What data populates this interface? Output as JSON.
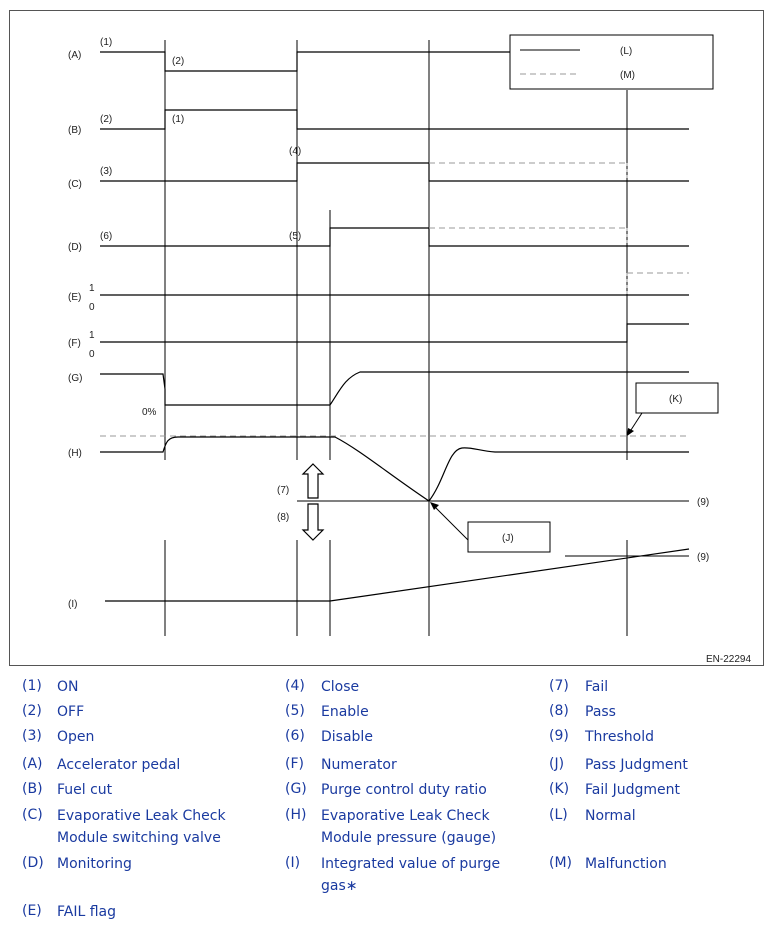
{
  "diagram": {
    "code": "EN-22294",
    "signal_labels": {
      "A": "(A)",
      "B": "(B)",
      "C": "(C)",
      "D": "(D)",
      "E": "(E)",
      "F": "(F)",
      "G": "(G)",
      "H": "(H)",
      "I": "(I)"
    },
    "annotations": {
      "a_on": "(1)",
      "a_off": "(2)",
      "b_off": "(2)",
      "b_on": "(1)",
      "c_open": "(3)",
      "c_close": "(4)",
      "d_disable": "(6)",
      "d_enable": "(5)",
      "e_one": "1",
      "e_zero": "0",
      "f_one": "1",
      "f_zero": "0",
      "g_zero": "0%",
      "fail": "(7)",
      "pass": "(8)",
      "threshold_h": "(9)",
      "threshold_i": "(9)",
      "pass_judgment": "(J)",
      "fail_judgment": "(K)",
      "legend_normal": "(L)",
      "legend_malfunction": "(M)"
    }
  },
  "legend": [
    {
      "key": "(1)",
      "value": "ON"
    },
    {
      "key": "(2)",
      "value": "OFF"
    },
    {
      "key": "(3)",
      "value": "Open"
    },
    {
      "key": "(A)",
      "value": "Accelerator pedal"
    },
    {
      "key": "(B)",
      "value": "Fuel cut"
    },
    {
      "key": "(C)",
      "value": "Evaporative Leak Check Module switching valve"
    },
    {
      "key": "(D)",
      "value": "Monitoring"
    },
    {
      "key": "(E)",
      "value": "FAIL flag"
    },
    {
      "key": "(4)",
      "value": "Close"
    },
    {
      "key": "(5)",
      "value": "Enable"
    },
    {
      "key": "(6)",
      "value": "Disable"
    },
    {
      "key": "(F)",
      "value": "Numerator"
    },
    {
      "key": "(G)",
      "value": "Purge control duty ratio"
    },
    {
      "key": "(H)",
      "value": "Evaporative Leak Check Module pressure (gauge)"
    },
    {
      "key": "(I)",
      "value": "Integrated value of purge gas∗"
    },
    {
      "key": "(7)",
      "value": "Fail"
    },
    {
      "key": "(8)",
      "value": "Pass"
    },
    {
      "key": "(9)",
      "value": "Threshold"
    },
    {
      "key": "(J)",
      "value": "Pass Judgment"
    },
    {
      "key": "(K)",
      "value": "Fail Judgment"
    },
    {
      "key": "(L)",
      "value": "Normal"
    },
    {
      "key": "(M)",
      "value": "Malfunction"
    }
  ]
}
